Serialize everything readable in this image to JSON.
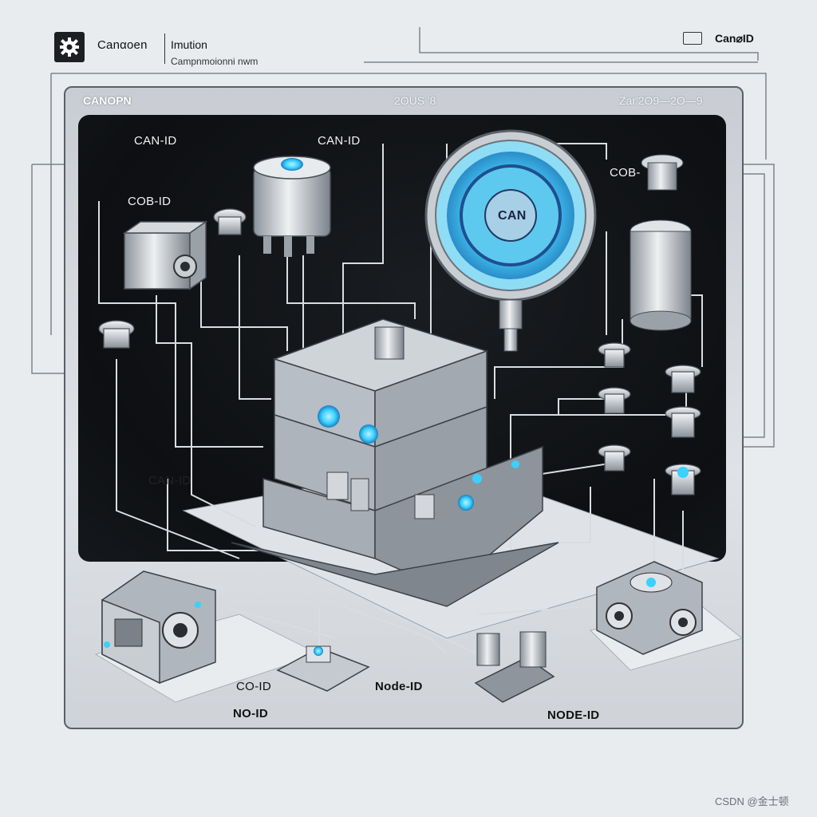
{
  "header": {
    "app_title": "Canαoen",
    "section_title": "Imution",
    "section_subtitle": "Campnmoionni nwm",
    "right_label": "Can⌀ID"
  },
  "panel": {
    "title_left": "CANOPN",
    "title_center": "2OUS '8",
    "title_right": "Zar'2O9—2O—9"
  },
  "labels": {
    "can_id_top_left": "CAN-ID",
    "can_id_top_center": "CAN-ID",
    "cob_id_left": "COB-ID",
    "cob_right": "COB-",
    "can_gauge": "CAN",
    "can_id_mid_left": "CAN-ID",
    "co_id": "CO-ID",
    "no_id": "NO-ID",
    "node_id_center": "Node-ID",
    "node_id_right": "NODE-ID"
  },
  "footer": {
    "watermark": "CSDN @金士顿"
  },
  "colors": {
    "accent": "#3ad0ff",
    "panel_border": "#5a6068",
    "dark_bg": "#0d0f12"
  }
}
